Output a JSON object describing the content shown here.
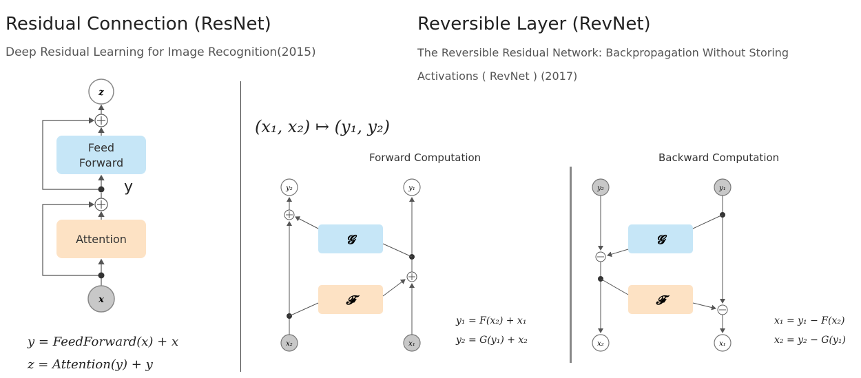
{
  "left": {
    "title": "Residual Connection (ResNet)",
    "subtitle": "Deep Residual Learning for Image Recognition(2015)",
    "nodes": {
      "z": "z",
      "x": "x"
    },
    "blocks": {
      "feed_forward": [
        "Feed",
        "Forward"
      ],
      "attention": "Attention"
    },
    "y_label": "y",
    "equations": [
      "y = FeedForward(x) + x",
      "z = Attention(y) + y"
    ]
  },
  "right": {
    "title": "Reversible Layer (RevNet)",
    "subtitle_line1": "The Reversible Residual Network: Backpropagation Without Storing",
    "subtitle_line2": "Activations ( RevNet ) (2017)",
    "mapping": "(x₁, x₂) ↦ (y₁, y₂)",
    "forward": {
      "title": "Forward Computation",
      "nodes": {
        "y2": "y₂",
        "y1": "y₁",
        "x2": "x₂",
        "x1": "x₁"
      },
      "g_label": "𝓖",
      "f_label": "𝓕",
      "equations": [
        "y₁ = F(x₂) + x₁",
        "y₂ = G(y₁) + x₂"
      ]
    },
    "backward": {
      "title": "Backward Computation",
      "nodes": {
        "y2": "y₂",
        "y1": "y₁",
        "x2": "x₂",
        "x1": "x₁"
      },
      "g_label": "𝓖",
      "f_label": "𝓕",
      "equations": [
        "x₁ = y₁ − F(x₂)",
        "x₂ = y₂ − G(y₁)"
      ]
    }
  },
  "colors": {
    "feed_forward_fill": "#c6e6f7",
    "attention_fill": "#fde2c4",
    "g_fill": "#c6e6f7",
    "f_fill": "#fde2c4",
    "input_node_fill": "#c8c8c8",
    "divider": "#444444"
  }
}
